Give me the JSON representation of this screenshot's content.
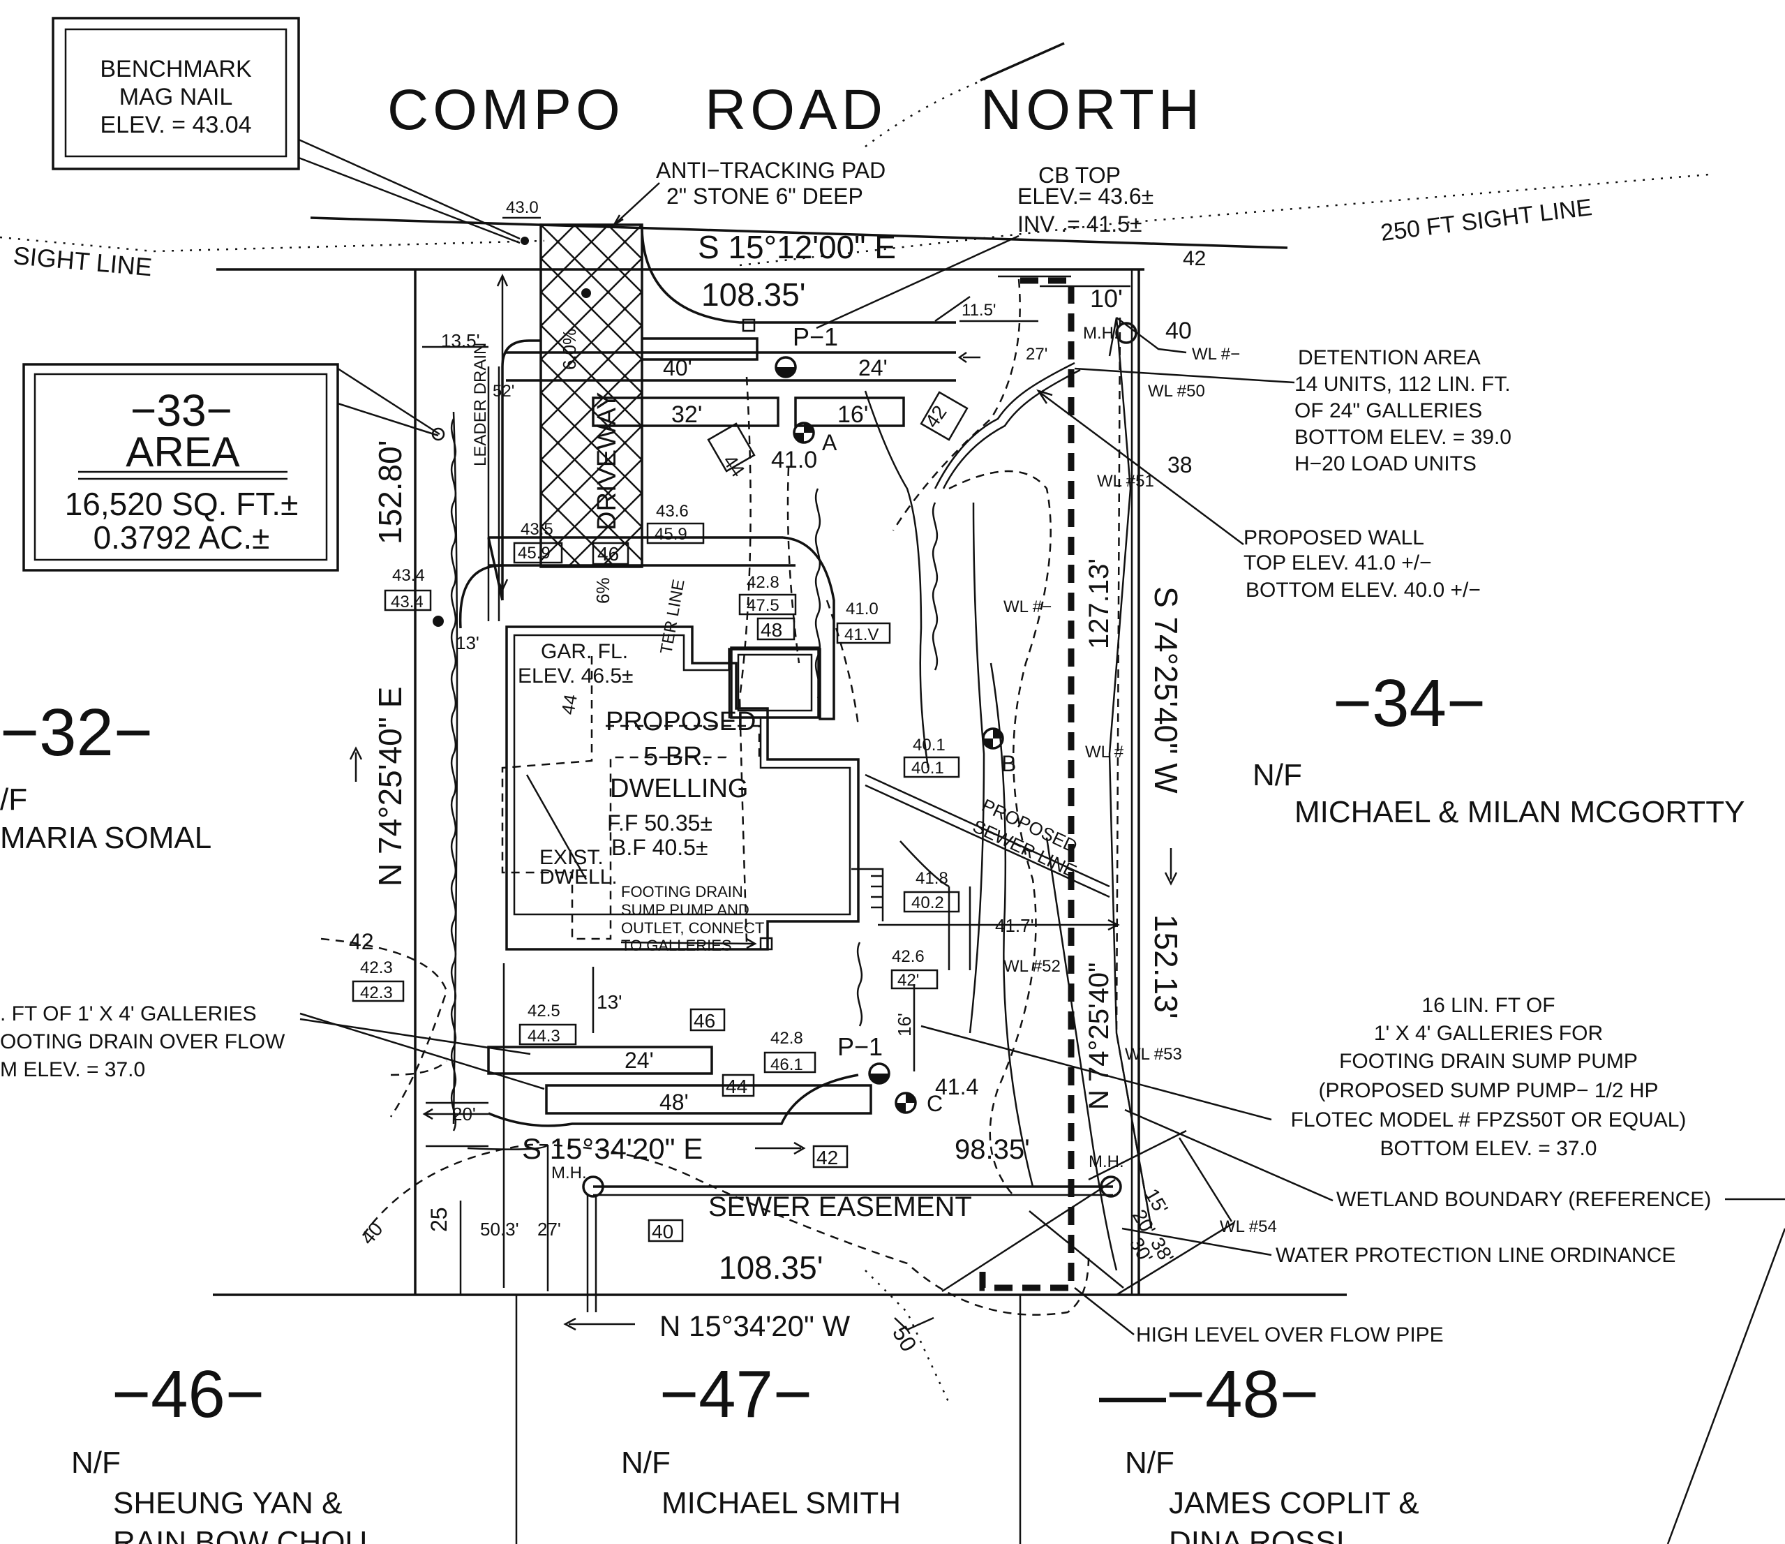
{
  "road": {
    "w1": "COMPO",
    "w2": "ROAD",
    "w3": "NORTH"
  },
  "benchmark": {
    "line1": "BENCHMARK",
    "line2": "MAG NAIL",
    "line3": "ELEV. = 43.04"
  },
  "area_box": {
    "lot": "−33−",
    "title": "AREA",
    "sqft": "16,520 SQ. FT.±",
    "acres": "0.3792 AC.±"
  },
  "sight_lines": {
    "left": "SIGHT LINE",
    "right": "250 FT SIGHT LINE"
  },
  "anti_tracking": {
    "line1": "ANTI−TRACKING PAD",
    "line2": "2\" STONE 6\" DEEP"
  },
  "catch_basin": {
    "line1": "CB TOP",
    "line2": "ELEV.= 43.6±",
    "line3": "INV .= 41.5±"
  },
  "bearings": {
    "top": "S 15°12'00\" E",
    "top_dist": "108.35'",
    "rear": "S 15°34'20\" E",
    "bottom": "N 15°34'20\" W",
    "bottom_dist": "108.35'",
    "left": "N 74°25'40\" E",
    "left_dist": "152.80'",
    "right": "S 74°25'40\" W",
    "right_dist": "152.13'",
    "inner_bearing": "N 74°25'40\"",
    "inner_dist": "127.13'",
    "rear_dist": "98.35'"
  },
  "detention": {
    "line1": "DETENTION AREA",
    "line2": "14 UNITS, 112 LIN. FT.",
    "line3": "OF 24\" GALLERIES",
    "line4": "BOTTOM ELEV. = 39.0",
    "line5": "H−20 LOAD UNITS"
  },
  "wall": {
    "line1": "PROPOSED WALL",
    "line2": "TOP ELEV. 41.0 +/−",
    "line3": "BOTTOM ELEV. 40.0 +/−"
  },
  "dwelling": {
    "gar1": "GAR. FL.",
    "gar2": "ELEV. 46.5±",
    "prop1": "PROPOSED",
    "prop2": "5 BR.",
    "prop3": "DWELLING",
    "ff": "F.F 50.35±",
    "bf": "B.F 40.5±",
    "exist1": "EXIST.",
    "exist2": "DWELL."
  },
  "footing_note": {
    "line1": "FOOTING DRAIN",
    "line2": "SUMP PUMP AND",
    "line3": "OUTLET, CONNECT",
    "line4": "TO GALLERIES"
  },
  "galleries_left": {
    "line1": ". FT OF 1' X 4' GALLERIES",
    "line2": "OOTING DRAIN OVER FLOW",
    "line3": "M ELEV. = 37.0"
  },
  "sump_note": {
    "line1": "16 LIN. FT OF",
    "line2": "1' X 4' GALLERIES FOR",
    "line3": "FOOTING DRAIN SUMP PUMP",
    "line4": "(PROPOSED SUMP PUMP− 1/2 HP",
    "line5": "FLOTEC MODEL # FPZS50T OR EQUAL)",
    "line6": "BOTTOM ELEV. = 37.0"
  },
  "callouts": {
    "wetland": "WETLAND BOUNDARY (REFERENCE)",
    "water": "WATER PROTECTION LINE ORDINANCE",
    "overflow": "HIGH LEVEL OVER FLOW PIPE"
  },
  "sewer": {
    "easement": "SEWER EASEMENT",
    "proposed1": "PROPOSED",
    "proposed2": "SEWER LINE"
  },
  "lots": {
    "l32": {
      "num": "−32−",
      "nf": "/F",
      "owner": "MARIA SOMAL"
    },
    "l34": {
      "num": "−34−",
      "nf": "N/F",
      "owner": "MICHAEL & MILAN MCGORTTY"
    },
    "l46": {
      "num": "−46−",
      "nf": "N/F",
      "owner1": "SHEUNG YAN &",
      "owner2": "RAIN BOW CHOU"
    },
    "l47": {
      "num": "−47−",
      "nf": "N/F",
      "owner1": "MICHAEL SMITH"
    },
    "l48": {
      "num": "—−48−",
      "nf": "N/F",
      "owner1": "JAMES COPLIT &",
      "owner2": "DINA ROSSI"
    }
  },
  "labels": {
    "driveway": "DRIVEWAY",
    "leader_drain": "LEADER DRAIN",
    "ter_line": "TER LINE",
    "p1_top": "P−1",
    "p1_bottom": "P−1",
    "tp_a": "A",
    "tp_b": "B",
    "tp_c": "C",
    "mh_top": "M.H.",
    "mh_right": "M.H.",
    "mh_left": "M.H.",
    "wl_minus_top": "WL #−",
    "wl50": "WL #50",
    "wl51": "WL #51",
    "wl_minus_mid": "WL #−",
    "wl_minus_low": "WL #",
    "wl52": "WL #52",
    "wl53": "WL #53",
    "wl54": "WL #54"
  },
  "dims": [
    "13.5'",
    "52'",
    "40'",
    "24'",
    "32'",
    "16'",
    "11.5'",
    "10'",
    "27'",
    "13'",
    "13'",
    "24'",
    "48'",
    "20'",
    "16'",
    "41.7'",
    "25",
    "50.3'",
    "27'",
    "50",
    "15'",
    "20'",
    "30'",
    "38'",
    "6.0%",
    "6%"
  ],
  "elevations": {
    "e430": "43.0",
    "e410": "41.0",
    "e436": "43.6",
    "e459a": "45.9",
    "e435": "43.5",
    "e459b": "45.9",
    "e46a": "46",
    "e434a": "43.4",
    "e434b": "43.4",
    "e428": "42.8",
    "e475": "47.5",
    "e48": "48",
    "e410b": "41.0",
    "e41v": "41.V",
    "e401a": "40.1",
    "e401b": "40.1",
    "e418": "41.8",
    "e402": "40.2",
    "e426": "42.6",
    "e42a": "42'",
    "e423a": "42.3",
    "e423b": "42.3",
    "e42c": "42",
    "e425": "42.5",
    "e443": "44.3",
    "e46b": "46",
    "e428b": "42.8",
    "e461": "46.1",
    "e44": "44",
    "e42d": "42",
    "e40": "40",
    "e414": "41.4",
    "c40": "40",
    "c38": "38",
    "c42": "42",
    "c44": "44",
    "c44b": "44",
    "c42b": "42",
    "c40b": "40",
    "c50": "50."
  }
}
